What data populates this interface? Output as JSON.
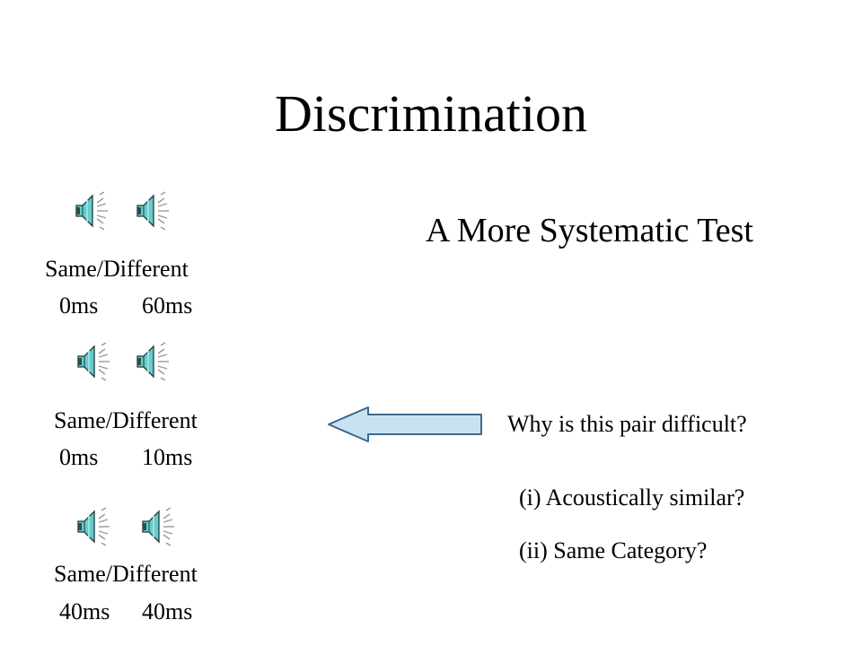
{
  "slide": {
    "title": "Discrimination",
    "subtitle": "A More Systematic Test"
  },
  "pairs": [
    {
      "label": "Same/Different",
      "left_time": "0ms",
      "right_time": "60ms"
    },
    {
      "label": "Same/Different",
      "left_time": "0ms",
      "right_time": "10ms"
    },
    {
      "label": "Same/Different",
      "left_time": "40ms",
      "right_time": "40ms"
    }
  ],
  "question": {
    "text": "Why is this pair difficult?",
    "option_1": "(i) Acoustically similar?",
    "option_2": "(ii) Same Category?"
  },
  "icons": {
    "sound": "speaker-icon",
    "pointer": "arrow-left-icon"
  },
  "colors": {
    "speaker_fill": "#66CCCC",
    "arrow_fill": "#C9E2F3",
    "arrow_stroke": "#3D6A8E"
  }
}
